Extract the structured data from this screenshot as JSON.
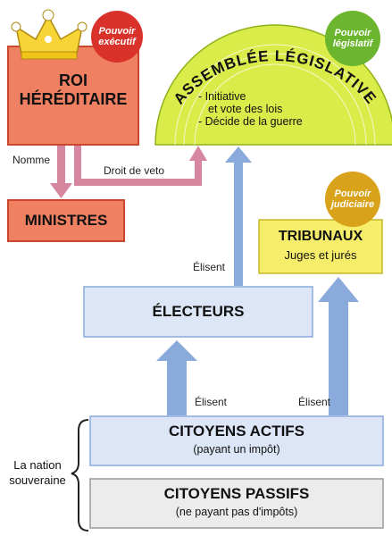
{
  "roi": {
    "line1": "ROI",
    "line2": "HÉRÉDITAIRE"
  },
  "ministres": "MINISTRES",
  "assemblee": {
    "title": "ASSEMBLÉE LÉGISLATIVE",
    "item1_l1": "- Initiative",
    "item1_l2": "et vote des lois",
    "item2": "- Décide de la guerre"
  },
  "tribunaux": {
    "title": "TRIBUNAUX",
    "subtitle": "Juges et jurés"
  },
  "electeurs": "ÉLECTEURS",
  "actifs": {
    "title": "CITOYENS ACTIFS",
    "subtitle": "(payant un impôt)"
  },
  "passifs": {
    "title": "CITOYENS PASSIFS",
    "subtitle": "(ne payant pas d'impôts)"
  },
  "badges": {
    "executif": [
      "Pouvoir",
      "exécutif"
    ],
    "legislatif": [
      "Pouvoir",
      "législatif"
    ],
    "judiciaire": [
      "Pouvoir",
      "judiciaire"
    ]
  },
  "labels": {
    "nomme": "Nomme",
    "veto": "Droit de veto",
    "elisent_top": "Élisent",
    "elisent_left": "Élisent",
    "elisent_right": "Élisent",
    "nation_l1": "La nation",
    "nation_l2": "souveraine"
  },
  "colors": {
    "roi_fill": "#f08062",
    "roi_border": "#c9472b",
    "assemblee_fill": "#d9ec4a",
    "tribunaux_fill": "#f6ee6a",
    "electeurs_fill": "#dde6f6",
    "passifs_fill": "#ececec",
    "arrow_blue": "#8aaadc",
    "arrow_pink": "#d6869f",
    "badge_red": "#d8322a",
    "badge_green": "#6cb52e",
    "badge_gold": "#d8a21a"
  }
}
